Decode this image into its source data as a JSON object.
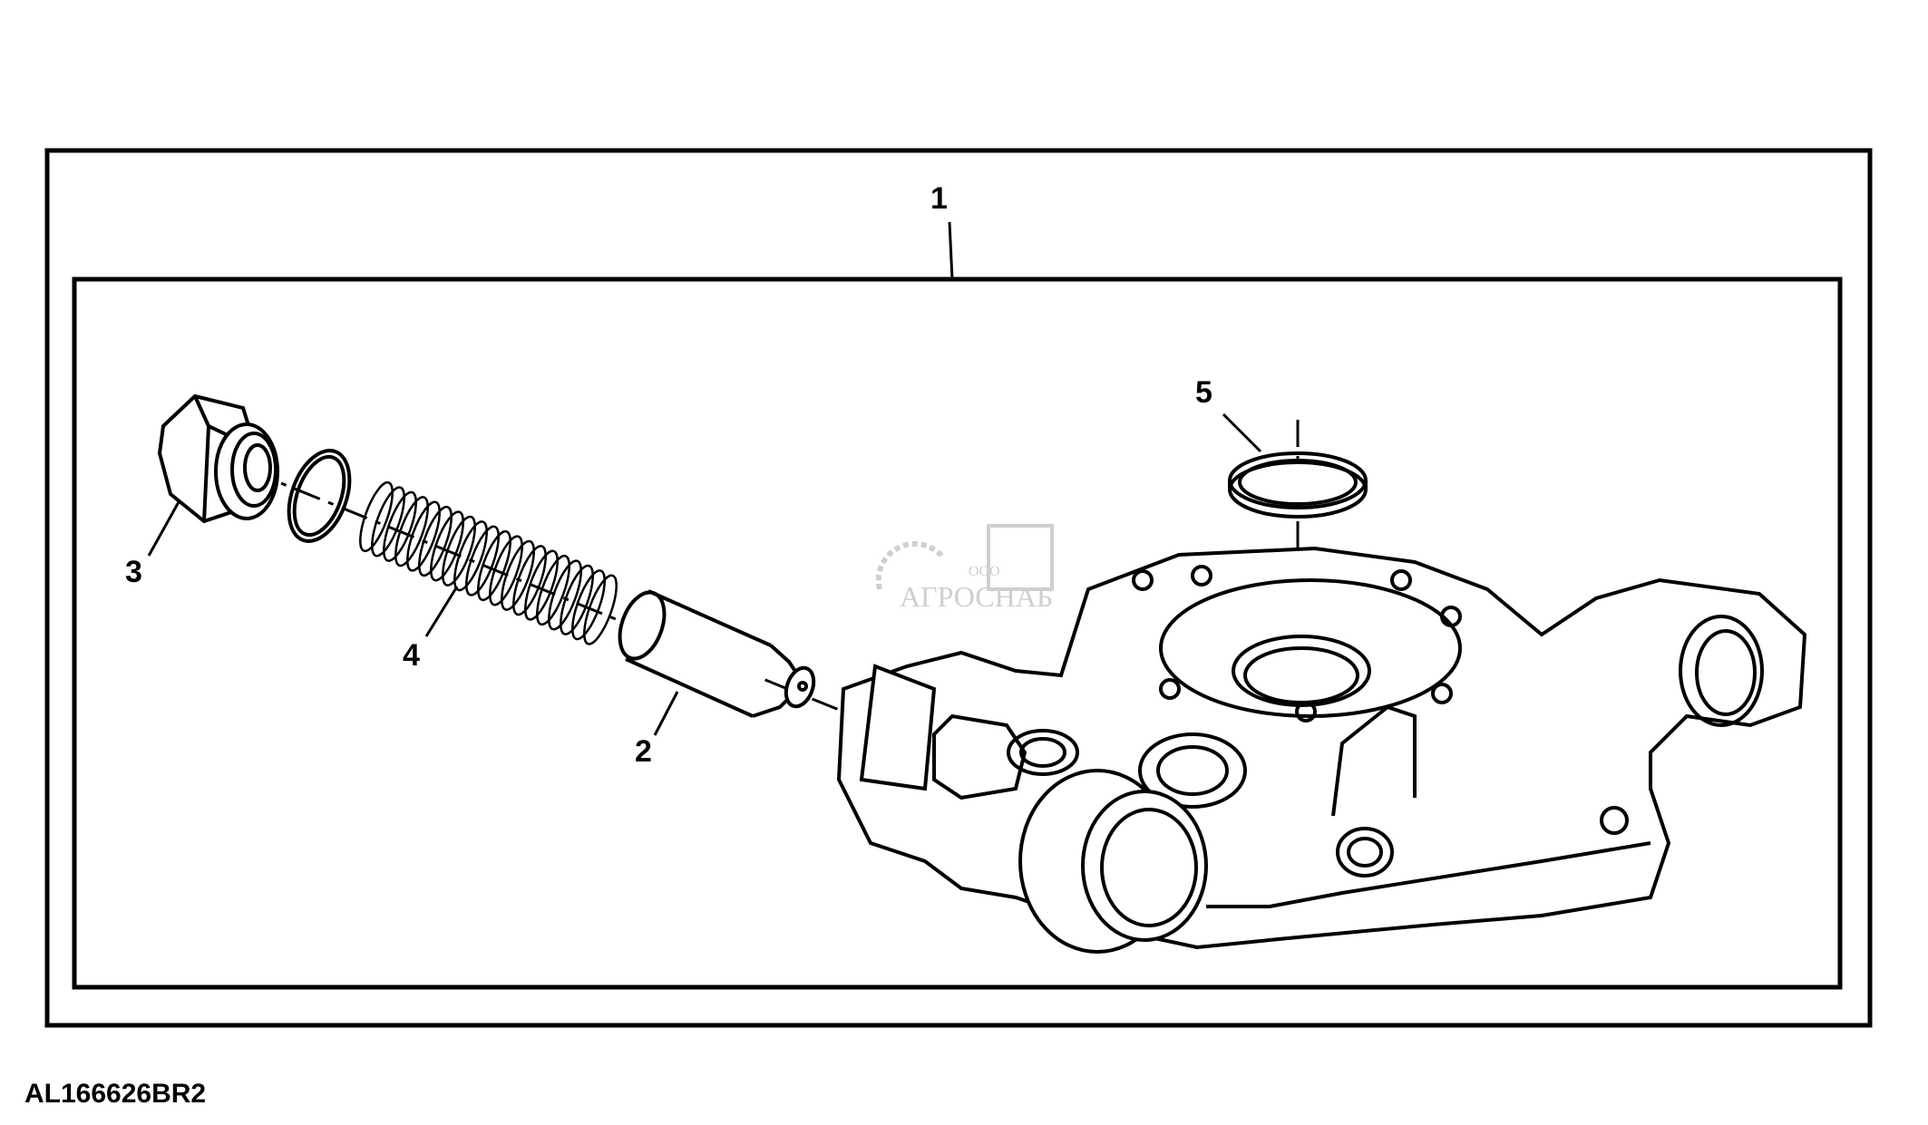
{
  "figure_code": "AL166626BR2",
  "callouts": {
    "assembly": "1",
    "piston": "2",
    "plug": "3",
    "spring": "4",
    "ring": "5"
  },
  "watermark": {
    "prefix": "ООО",
    "name": "АГРОСНАБ"
  }
}
